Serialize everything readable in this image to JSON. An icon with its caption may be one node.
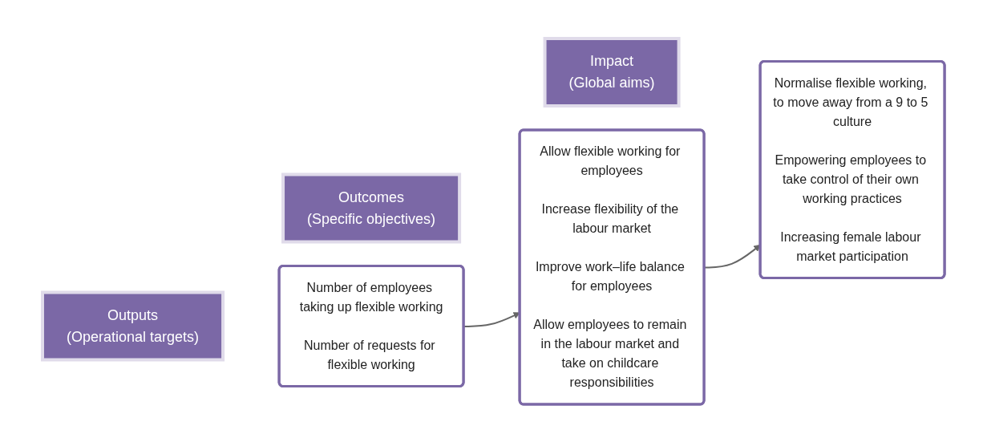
{
  "diagram": {
    "nodes": [
      {
        "text": [
          "Outputs",
          "(Operational targets)"
        ]
      },
      {
        "text": [
          "Number of employees taking up flexible working",
          "Number of requests for flexible working"
        ]
      },
      {
        "text": [
          "Outcomes",
          "(Specific objectives)"
        ]
      },
      {
        "text": [
          "Allow flexible working for employees",
          "Increase flexibility of the labour market",
          "Improve work–life balance for employees",
          "Allow employees to remain in the labour market and take on childcare responsibilities"
        ]
      },
      {
        "text": [
          "Impact",
          "(Global aims)"
        ]
      },
      {
        "text": [
          "Normalise flexible working, to move away from a 9 to 5 culture",
          "Empowering employees to take control of their own working practices",
          "Increasing female labour market participation"
        ]
      }
    ],
    "edges": [
      {
        "from": 1,
        "to": 3,
        "arrow": "to"
      },
      {
        "from": 3,
        "to": 5,
        "arrow": "to"
      }
    ]
  }
}
